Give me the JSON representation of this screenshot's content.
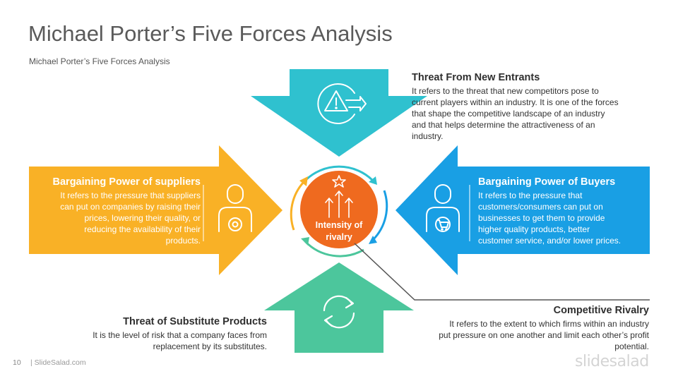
{
  "title": "Michael Porter’s Five Forces Analysis",
  "subtitle": "Michael Porter’s  Five Forces Analysis",
  "colors": {
    "teal": "#2fc1cf",
    "orange_arrow": "#f9b126",
    "blue": "#199fe4",
    "green": "#4cc69c",
    "center": "#ef6a1f"
  },
  "forces": {
    "new_entrants": {
      "heading": "Threat From New Entrants",
      "lines": [
        "It refers to the threat that new competitors  pose to",
        "current  players within an industry. It is one of the forces",
        "that shape the competitive landscape  of an industry",
        "and that helps  determine the attractiveness of an",
        "industry."
      ],
      "icon": "warning-arrow-icon"
    },
    "suppliers": {
      "heading": "Bargaining Power of suppliers",
      "lines": [
        "It refers to the pressure that suppliers",
        "can put on companies  by raising their",
        "prices, lowering their quality, or",
        "reducing the availability of their",
        "products."
      ],
      "icon": "person-gear-icon"
    },
    "buyers": {
      "heading": "Bargaining Power of Buyers",
      "lines": [
        "It refers to the pressure  that",
        "customers/consumers  can put on",
        "businesses to get them to provide",
        "higher quality products, better",
        "customer service, and/or lower prices."
      ],
      "icon": "person-cart-icon"
    },
    "substitutes": {
      "heading": "Threat of Substitute Products",
      "lines": [
        "It is the level of risk that a company  faces from",
        "replacement  by its substitutes."
      ],
      "icon": "refresh-icon"
    },
    "rivalry": {
      "heading": "Competitive Rivalry",
      "lines": [
        "It refers to the extent to which firms  within an industry",
        "put pressure on one another and limit each other’s profit",
        "potential."
      ]
    }
  },
  "center": {
    "label_line1": "Intensity of",
    "label_line2": "rivalry",
    "icon": "rising-arrows-star-icon"
  },
  "footer": {
    "page_number": "10",
    "site": "|  SlideSalad.com",
    "logo": "slidesalad"
  }
}
